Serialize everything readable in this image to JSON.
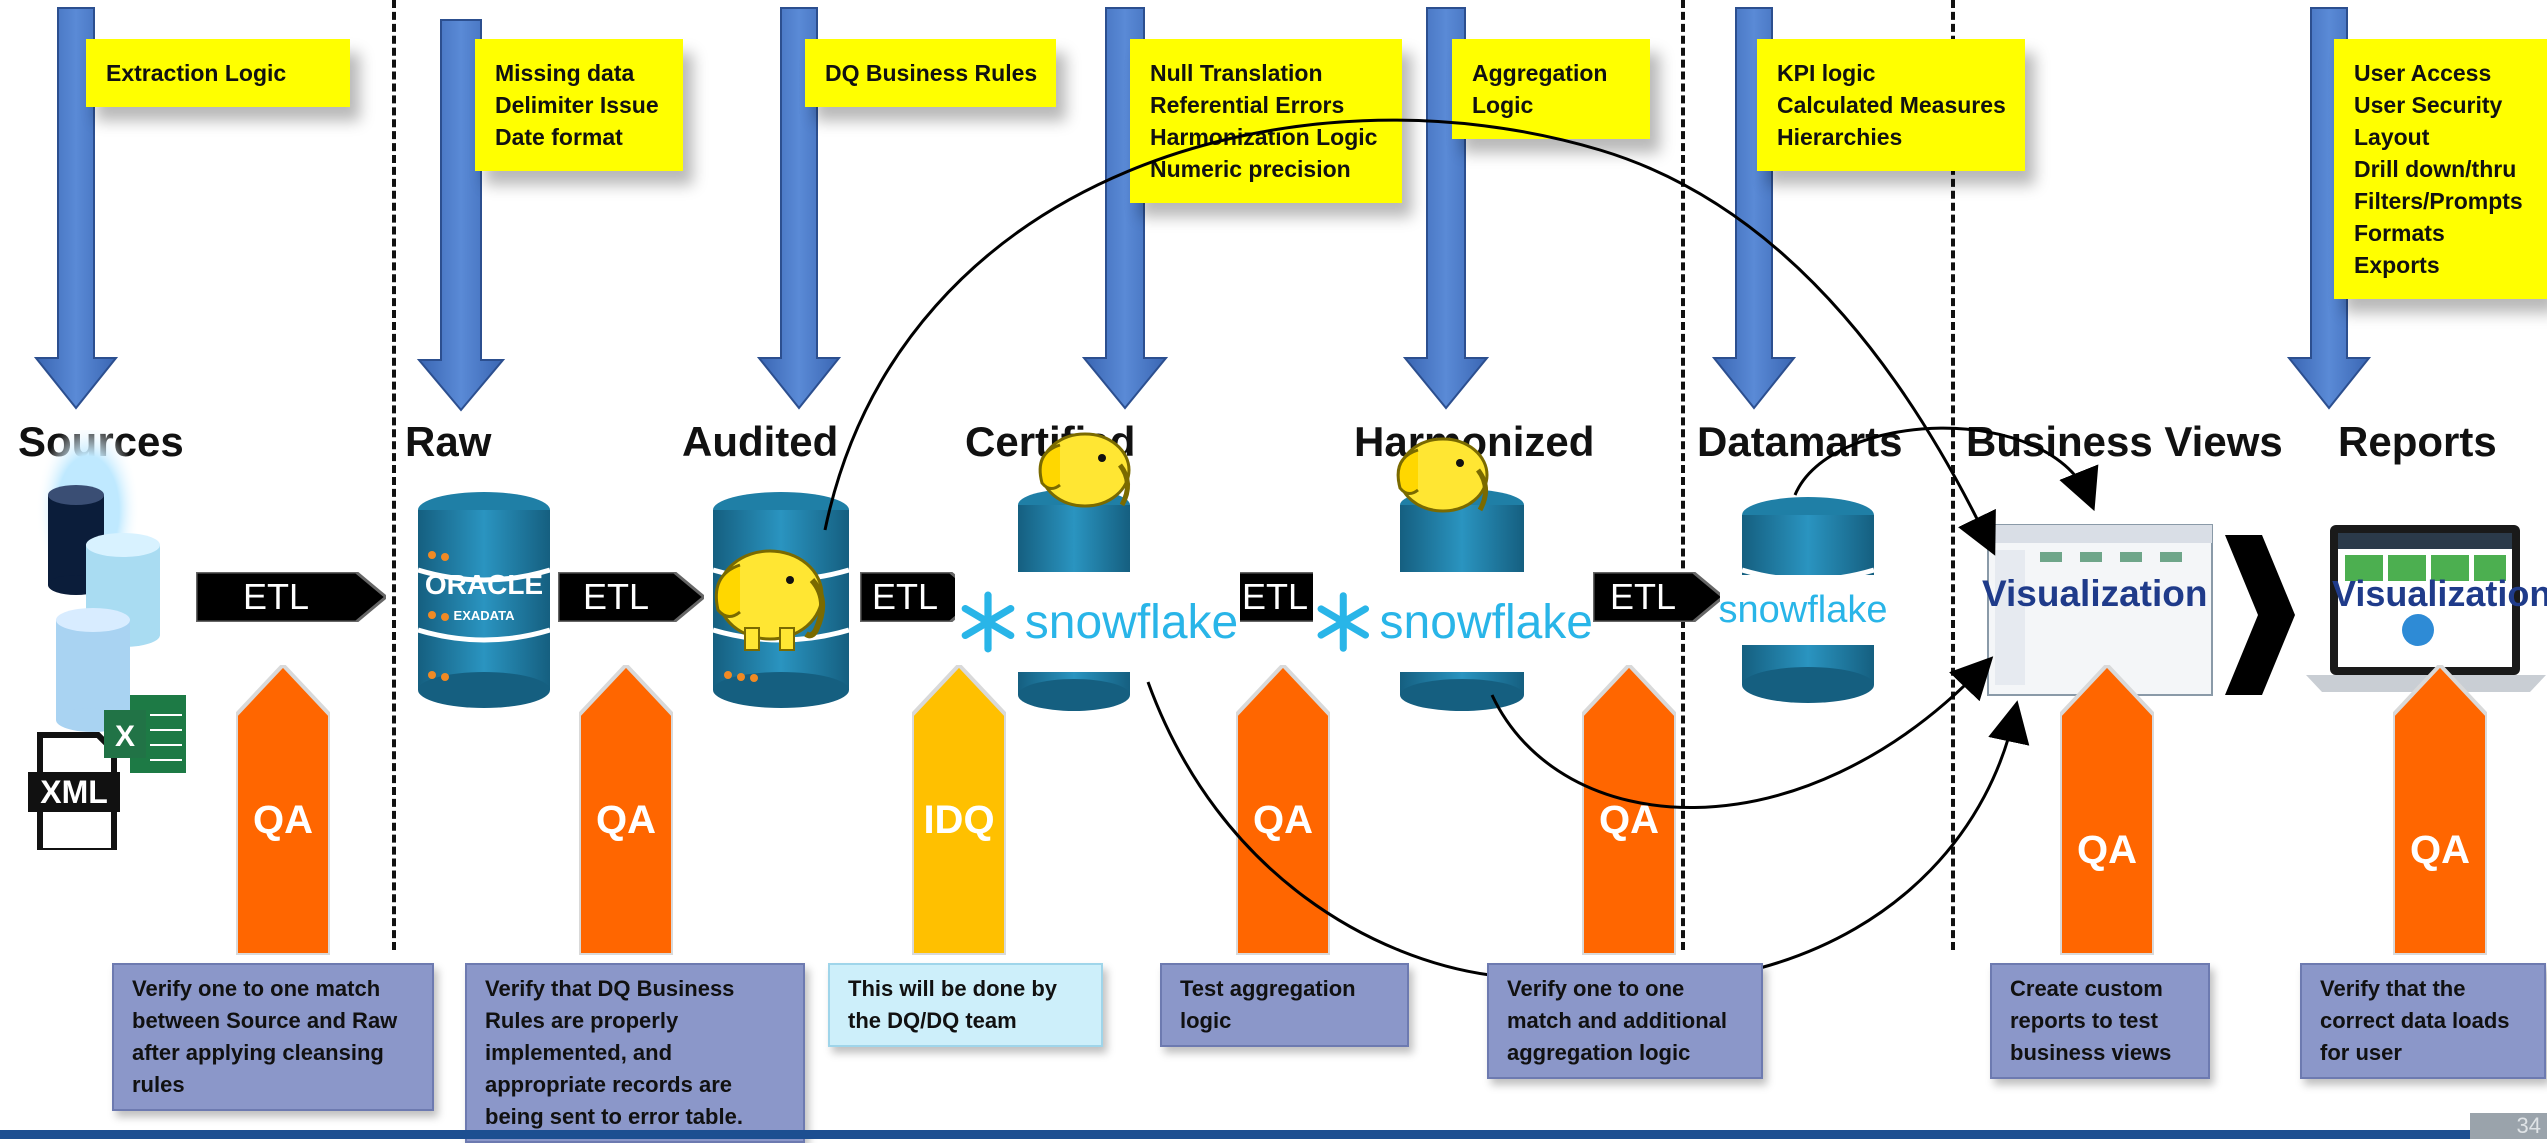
{
  "top_notes": [
    {
      "lines": [
        "Extraction Logic"
      ]
    },
    {
      "lines": [
        "Missing data",
        "Delimiter Issue",
        "Date format"
      ]
    },
    {
      "lines": [
        "DQ Business Rules"
      ]
    },
    {
      "lines": [
        "Null Translation",
        "Referential Errors",
        "Harmonization Logic",
        "Numeric precision"
      ]
    },
    {
      "lines": [
        "Aggregation",
        "Logic"
      ]
    },
    {
      "lines": [
        "KPI logic",
        "Calculated Measures",
        "Hierarchies"
      ]
    },
    {
      "lines": [
        "User Access",
        "User Security",
        "Layout",
        "Drill down/thru",
        "Filters/Prompts",
        "Formats",
        "Exports"
      ]
    }
  ],
  "stages": [
    "Sources",
    "Raw",
    "Audited",
    "Certified",
    "Harmonized",
    "Datamarts",
    "Business Views",
    "Reports"
  ],
  "etl_label": "ETL",
  "qa_labels": [
    "QA",
    "QA",
    "IDQ",
    "QA",
    "QA",
    "QA",
    "QA"
  ],
  "bottom_notes": [
    {
      "lines": [
        "Verify one to one match",
        "between Source and Raw",
        "after applying cleansing",
        "rules"
      ]
    },
    {
      "lines": [
        "Verify that DQ Business",
        "Rules are properly",
        "implemented, and",
        "appropriate records are",
        "being sent to error table."
      ]
    },
    {
      "lines": [
        "This will be done by",
        "the DQ/DQ team"
      ]
    },
    {
      "lines": [
        "Test aggregation",
        "logic"
      ]
    },
    {
      "lines": [
        "Verify one to one",
        "match and additional",
        "aggregation logic"
      ]
    },
    {
      "lines": [
        "Create custom",
        "reports to test",
        "business views"
      ]
    },
    {
      "lines": [
        "Verify that the",
        "correct data loads",
        "for user"
      ]
    }
  ],
  "logos": {
    "oracle": "ORACLE",
    "exadata": "EXADATA",
    "snowflake": "snowflake",
    "visualization": "Visualization",
    "xml": "XML",
    "excel": "X"
  },
  "page_number": "34",
  "colors": {
    "arrow_blue": "#4a78c2",
    "note_yellow": "#ffff00",
    "qa_orange": "#ff6600",
    "idq_gold": "#ffc000",
    "box_lavender": "#8b97c9",
    "box_cyan": "#cdeffa",
    "db_teal": "#1f7fa6",
    "snowflake_blue": "#29b5e8",
    "viz_navy": "#1f3b8a"
  }
}
